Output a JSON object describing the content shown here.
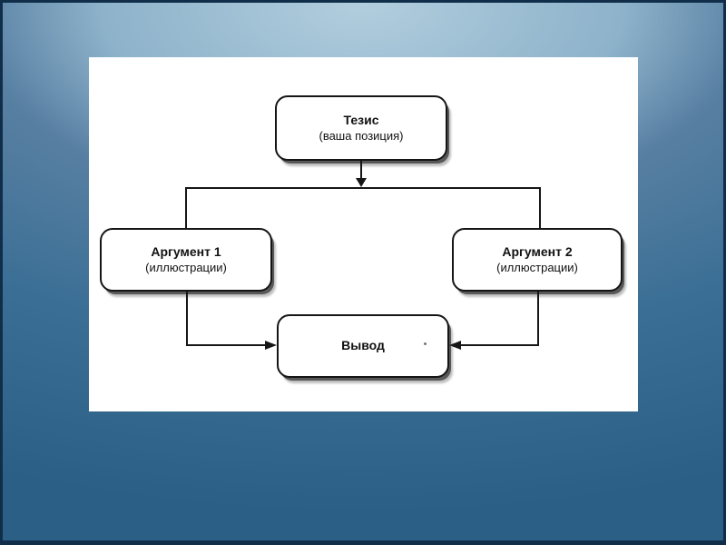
{
  "slide": {
    "card_bg": "#ffffff",
    "bg_top": "#b2cede",
    "bg_mid": "#3a6e94",
    "bg_bottom": "#2b5f85",
    "frame_border": "#102e49"
  },
  "diagram": {
    "type": "flowchart",
    "ink_color": "#161616",
    "node_fill": "#ffffff",
    "node_shadow": "#4a4a4a",
    "nodes": [
      {
        "id": "thesis",
        "title": "Тезис",
        "subtitle": "(ваша позиция)"
      },
      {
        "id": "argument-1",
        "title": "Аргумент 1",
        "subtitle": "(иллюстрации)"
      },
      {
        "id": "argument-2",
        "title": "Аргумент 2",
        "subtitle": "(иллюстрации)"
      },
      {
        "id": "conclusion",
        "title": "Вывод",
        "subtitle": ""
      }
    ],
    "edges": [
      {
        "from": "thesis",
        "to": "argument-1",
        "style": "elbow, arrowhead at junction line"
      },
      {
        "from": "thesis",
        "to": "argument-2",
        "style": "elbow, arrowhead at junction line"
      },
      {
        "from": "argument-1",
        "to": "conclusion",
        "style": "elbow, arrowhead into conclusion"
      },
      {
        "from": "argument-2",
        "to": "conclusion",
        "style": "elbow, arrowhead into conclusion"
      }
    ]
  }
}
